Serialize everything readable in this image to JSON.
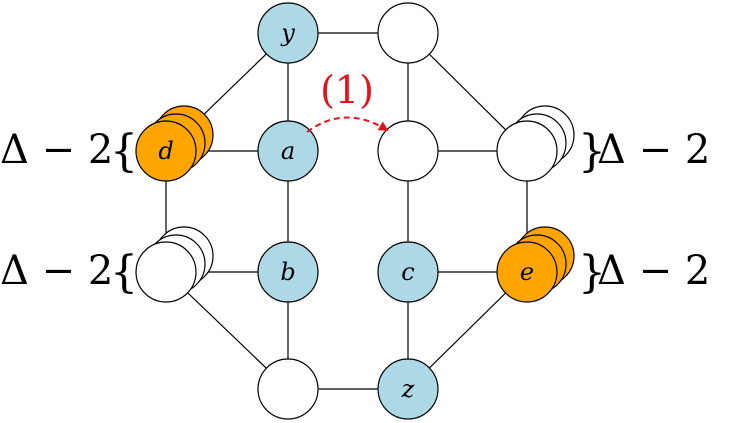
{
  "diagram": {
    "colors": {
      "blue": "#add8e6",
      "orange": "#ffa500",
      "white": "#ffffff",
      "edge": "#000000",
      "move": "#e8111b"
    },
    "nodes": {
      "y": {
        "label": "y",
        "fill": "blue"
      },
      "top_right": {
        "label": "",
        "fill": "white"
      },
      "d": {
        "label": "d",
        "fill": "orange"
      },
      "a": {
        "label": "a",
        "fill": "blue"
      },
      "center_right": {
        "label": "",
        "fill": "white"
      },
      "right_upper": {
        "label": "",
        "fill": "white"
      },
      "left_lower": {
        "label": "",
        "fill": "white"
      },
      "b": {
        "label": "b",
        "fill": "blue"
      },
      "c": {
        "label": "c",
        "fill": "blue"
      },
      "e": {
        "label": "e",
        "fill": "orange"
      },
      "bottom_left": {
        "label": "",
        "fill": "white"
      },
      "z": {
        "label": "z",
        "fill": "blue"
      }
    },
    "edges": [
      [
        "y",
        "top_right"
      ],
      [
        "y",
        "d"
      ],
      [
        "y",
        "a"
      ],
      [
        "top_right",
        "center_right"
      ],
      [
        "top_right",
        "right_upper"
      ],
      [
        "d",
        "a"
      ],
      [
        "d",
        "left_lower"
      ],
      [
        "a",
        "b"
      ],
      [
        "center_right",
        "right_upper"
      ],
      [
        "center_right",
        "c"
      ],
      [
        "right_upper",
        "e"
      ],
      [
        "left_lower",
        "b"
      ],
      [
        "left_lower",
        "bottom_left"
      ],
      [
        "b",
        "bottom_left"
      ],
      [
        "c",
        "e"
      ],
      [
        "c",
        "z"
      ],
      [
        "e",
        "z"
      ],
      [
        "bottom_left",
        "z"
      ]
    ],
    "move": {
      "label": "(1)",
      "from": "a",
      "to": "center_right"
    },
    "brace_labels": {
      "d_stack": "Δ − 2",
      "left_lower_stack": "Δ − 2",
      "right_upper_stack": "Δ − 2",
      "e_stack": "Δ − 2"
    }
  }
}
